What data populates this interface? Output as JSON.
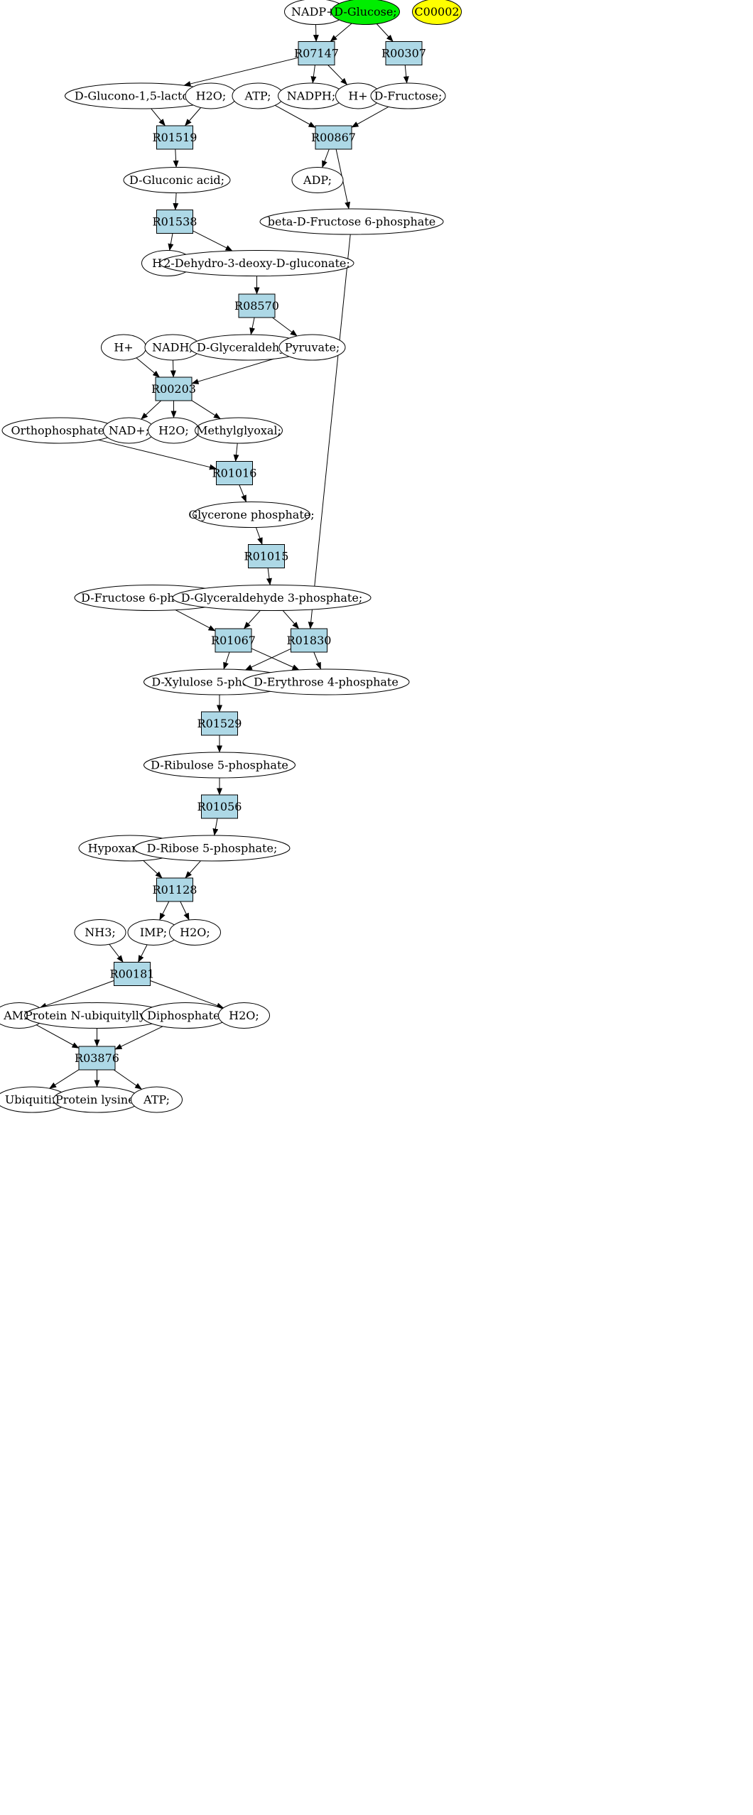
{
  "diagram": {
    "compound_nodes": [
      {
        "id": "nadp_plus",
        "label": "NADP+;",
        "fill": "#ffffff"
      },
      {
        "id": "d_glucose",
        "label": "D-Glucose;",
        "fill": "#00ee00"
      },
      {
        "id": "c00002",
        "label": "C00002",
        "fill": "#ffff00"
      },
      {
        "id": "d_glucono_lactone",
        "label": "D-Glucono-1,5-lactone;",
        "fill": "#ffffff"
      },
      {
        "id": "h2o_1",
        "label": "H2O;",
        "fill": "#ffffff"
      },
      {
        "id": "atp_1",
        "label": "ATP;",
        "fill": "#ffffff"
      },
      {
        "id": "nadph",
        "label": "NADPH;",
        "fill": "#ffffff"
      },
      {
        "id": "h_plus_1",
        "label": "H+",
        "fill": "#ffffff"
      },
      {
        "id": "d_fructose",
        "label": "D-Fructose;",
        "fill": "#ffffff"
      },
      {
        "id": "d_gluconic_acid",
        "label": "D-Gluconic acid;",
        "fill": "#ffffff"
      },
      {
        "id": "adp",
        "label": "ADP;",
        "fill": "#ffffff"
      },
      {
        "id": "beta_d_fructose_6p",
        "label": "beta-D-Fructose 6-phosphate",
        "fill": "#ffffff"
      },
      {
        "id": "h2o_2",
        "label": "H2O;",
        "fill": "#ffffff"
      },
      {
        "id": "dehydro_deoxy_gluconate",
        "label": "2-Dehydro-3-deoxy-D-gluconate;",
        "fill": "#ffffff"
      },
      {
        "id": "h_plus_2",
        "label": "H+",
        "fill": "#ffffff"
      },
      {
        "id": "nadh",
        "label": "NADH;",
        "fill": "#ffffff"
      },
      {
        "id": "d_glyceraldehyde",
        "label": "D-Glyceraldehyde",
        "fill": "#ffffff"
      },
      {
        "id": "pyruvate",
        "label": "Pyruvate;",
        "fill": "#ffffff"
      },
      {
        "id": "orthophosphate",
        "label": "Orthophosphate;",
        "fill": "#ffffff"
      },
      {
        "id": "nad_plus",
        "label": "NAD+;",
        "fill": "#ffffff"
      },
      {
        "id": "h2o_3",
        "label": "H2O;",
        "fill": "#ffffff"
      },
      {
        "id": "methylglyoxal",
        "label": "Methylglyoxal;",
        "fill": "#ffffff"
      },
      {
        "id": "glycerone_phosphate",
        "label": "Glycerone phosphate;",
        "fill": "#ffffff"
      },
      {
        "id": "d_fructose_6p",
        "label": "D-Fructose 6-phosphate;",
        "fill": "#ffffff"
      },
      {
        "id": "d_glyceraldehyde_3p",
        "label": "D-Glyceraldehyde 3-phosphate;",
        "fill": "#ffffff"
      },
      {
        "id": "d_xylulose_5p",
        "label": "D-Xylulose 5-phosphate",
        "fill": "#ffffff"
      },
      {
        "id": "d_erythrose_4p",
        "label": "D-Erythrose 4-phosphate",
        "fill": "#ffffff"
      },
      {
        "id": "d_ribulose_5p",
        "label": "D-Ribulose 5-phosphate",
        "fill": "#ffffff"
      },
      {
        "id": "hypoxanthine",
        "label": "Hypoxanthine;",
        "fill": "#ffffff"
      },
      {
        "id": "d_ribose_5p",
        "label": "D-Ribose 5-phosphate;",
        "fill": "#ffffff"
      },
      {
        "id": "nh3",
        "label": "NH3;",
        "fill": "#ffffff"
      },
      {
        "id": "imp",
        "label": "IMP;",
        "fill": "#ffffff"
      },
      {
        "id": "h2o_4",
        "label": "H2O;",
        "fill": "#ffffff"
      },
      {
        "id": "amp",
        "label": "AMP;",
        "fill": "#ffffff"
      },
      {
        "id": "protein_n_ubiquityllysine",
        "label": "Protein N-ubiquityllysine",
        "fill": "#ffffff"
      },
      {
        "id": "diphosphate",
        "label": "Diphosphate;",
        "fill": "#ffffff"
      },
      {
        "id": "h2o_5",
        "label": "H2O;",
        "fill": "#ffffff"
      },
      {
        "id": "ubiquitin",
        "label": "Ubiquitin",
        "fill": "#ffffff"
      },
      {
        "id": "protein_lysine",
        "label": "Protein lysine;",
        "fill": "#ffffff"
      },
      {
        "id": "atp_2",
        "label": "ATP;",
        "fill": "#ffffff"
      }
    ],
    "reaction_nodes": [
      {
        "id": "r07147",
        "label": "R07147",
        "fill": "#add8e6"
      },
      {
        "id": "r00307",
        "label": "R00307",
        "fill": "#add8e6"
      },
      {
        "id": "r01519",
        "label": "R01519",
        "fill": "#add8e6"
      },
      {
        "id": "r00867",
        "label": "R00867",
        "fill": "#add8e6"
      },
      {
        "id": "r01538",
        "label": "R01538",
        "fill": "#add8e6"
      },
      {
        "id": "r08570",
        "label": "R08570",
        "fill": "#add8e6"
      },
      {
        "id": "r00203",
        "label": "R00203",
        "fill": "#add8e6"
      },
      {
        "id": "r01016",
        "label": "R01016",
        "fill": "#add8e6"
      },
      {
        "id": "r01015",
        "label": "R01015",
        "fill": "#add8e6"
      },
      {
        "id": "r01067",
        "label": "R01067",
        "fill": "#add8e6"
      },
      {
        "id": "r01830",
        "label": "R01830",
        "fill": "#add8e6"
      },
      {
        "id": "r01529",
        "label": "R01529",
        "fill": "#add8e6"
      },
      {
        "id": "r01056",
        "label": "R01056",
        "fill": "#add8e6"
      },
      {
        "id": "r01128",
        "label": "R01128",
        "fill": "#add8e6"
      },
      {
        "id": "r00181",
        "label": "R00181",
        "fill": "#add8e6"
      },
      {
        "id": "r03876",
        "label": "R03876",
        "fill": "#add8e6"
      }
    ],
    "edges": [
      {
        "from": "nadp_plus",
        "to": "r07147"
      },
      {
        "from": "d_glucose",
        "to": "r07147"
      },
      {
        "from": "d_glucose",
        "to": "r00307"
      },
      {
        "from": "r07147",
        "to": "d_glucono_lactone"
      },
      {
        "from": "r07147",
        "to": "nadph"
      },
      {
        "from": "r07147",
        "to": "h_plus_1"
      },
      {
        "from": "r00307",
        "to": "d_fructose"
      },
      {
        "from": "d_glucono_lactone",
        "to": "r01519"
      },
      {
        "from": "h2o_1",
        "to": "r01519"
      },
      {
        "from": "atp_1",
        "to": "r00867"
      },
      {
        "from": "d_fructose",
        "to": "r00867"
      },
      {
        "from": "r01519",
        "to": "d_gluconic_acid"
      },
      {
        "from": "r00867",
        "to": "adp"
      },
      {
        "from": "r00867",
        "to": "beta_d_fructose_6p"
      },
      {
        "from": "d_gluconic_acid",
        "to": "r01538"
      },
      {
        "from": "r01538",
        "to": "h2o_2"
      },
      {
        "from": "r01538",
        "to": "dehydro_deoxy_gluconate"
      },
      {
        "from": "dehydro_deoxy_gluconate",
        "to": "r08570"
      },
      {
        "from": "r08570",
        "to": "d_glyceraldehyde"
      },
      {
        "from": "r08570",
        "to": "pyruvate"
      },
      {
        "from": "h_plus_2",
        "to": "r00203"
      },
      {
        "from": "nadh",
        "to": "r00203"
      },
      {
        "from": "pyruvate",
        "to": "r00203"
      },
      {
        "from": "r00203",
        "to": "nad_plus"
      },
      {
        "from": "r00203",
        "to": "h2o_3"
      },
      {
        "from": "r00203",
        "to": "methylglyoxal"
      },
      {
        "from": "orthophosphate",
        "to": "r01016"
      },
      {
        "from": "methylglyoxal",
        "to": "r01016"
      },
      {
        "from": "r01016",
        "to": "glycerone_phosphate"
      },
      {
        "from": "glycerone_phosphate",
        "to": "r01015"
      },
      {
        "from": "r01015",
        "to": "d_glyceraldehyde_3p"
      },
      {
        "from": "d_fructose_6p",
        "to": "r01067"
      },
      {
        "from": "d_glyceraldehyde_3p",
        "to": "r01067"
      },
      {
        "from": "d_glyceraldehyde_3p",
        "to": "r01830"
      },
      {
        "from": "beta_d_fructose_6p",
        "to": "r01830"
      },
      {
        "from": "r01067",
        "to": "d_xylulose_5p"
      },
      {
        "from": "r01067",
        "to": "d_erythrose_4p"
      },
      {
        "from": "r01830",
        "to": "d_xylulose_5p"
      },
      {
        "from": "r01830",
        "to": "d_erythrose_4p"
      },
      {
        "from": "d_xylulose_5p",
        "to": "r01529"
      },
      {
        "from": "r01529",
        "to": "d_ribulose_5p"
      },
      {
        "from": "d_ribulose_5p",
        "to": "r01056"
      },
      {
        "from": "r01056",
        "to": "d_ribose_5p"
      },
      {
        "from": "hypoxanthine",
        "to": "r01128"
      },
      {
        "from": "d_ribose_5p",
        "to": "r01128"
      },
      {
        "from": "r01128",
        "to": "imp"
      },
      {
        "from": "r01128",
        "to": "h2o_4"
      },
      {
        "from": "nh3",
        "to": "r00181"
      },
      {
        "from": "imp",
        "to": "r00181"
      },
      {
        "from": "r00181",
        "to": "amp"
      },
      {
        "from": "r00181",
        "to": "h2o_5"
      },
      {
        "from": "amp",
        "to": "r03876"
      },
      {
        "from": "protein_n_ubiquityllysine",
        "to": "r03876"
      },
      {
        "from": "diphosphate",
        "to": "r03876"
      },
      {
        "from": "r03876",
        "to": "ubiquitin"
      },
      {
        "from": "r03876",
        "to": "protein_lysine"
      },
      {
        "from": "r03876",
        "to": "atp_2"
      }
    ]
  }
}
